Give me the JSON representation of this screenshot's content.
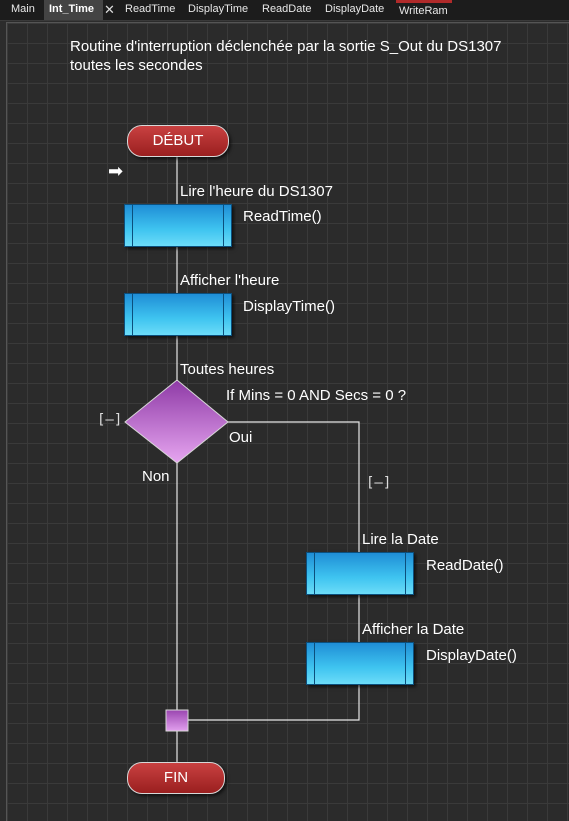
{
  "tabs": [
    {
      "label": "Main"
    },
    {
      "label": "Int_Time",
      "active": true
    },
    {
      "label": "ReadTime"
    },
    {
      "label": "DisplayTime"
    },
    {
      "label": "ReadDate"
    },
    {
      "label": "DisplayDate"
    },
    {
      "label": "WriteRam"
    }
  ],
  "close_glyph": "✕",
  "comment": {
    "line1": "Routine d'interruption déclenchée par la sortie S_Out du DS1307",
    "line2": "toutes les secondes"
  },
  "flow": {
    "start": "DÉBUT",
    "end": "FIN",
    "step1": {
      "caption": "Lire l'heure du DS1307",
      "call": "ReadTime()"
    },
    "step2": {
      "caption": "Afficher l'heure",
      "call": "DisplayTime()"
    },
    "decision": {
      "caption": "Toutes heures",
      "condition": "If  Mins = 0 AND Secs = 0 ?",
      "yes": "Oui",
      "no": "Non"
    },
    "step3": {
      "caption": "Lire la Date",
      "call": "ReadDate()"
    },
    "step4": {
      "caption": "Afficher la Date",
      "call": "DisplayDate()"
    },
    "collapse_glyph": "[–]",
    "entry_arrow": "➡"
  },
  "colors": {
    "terminal": "#b02a2a",
    "process": "#3fc4f0",
    "decision": "#b45fc8",
    "grid": "#3a3a3a"
  }
}
